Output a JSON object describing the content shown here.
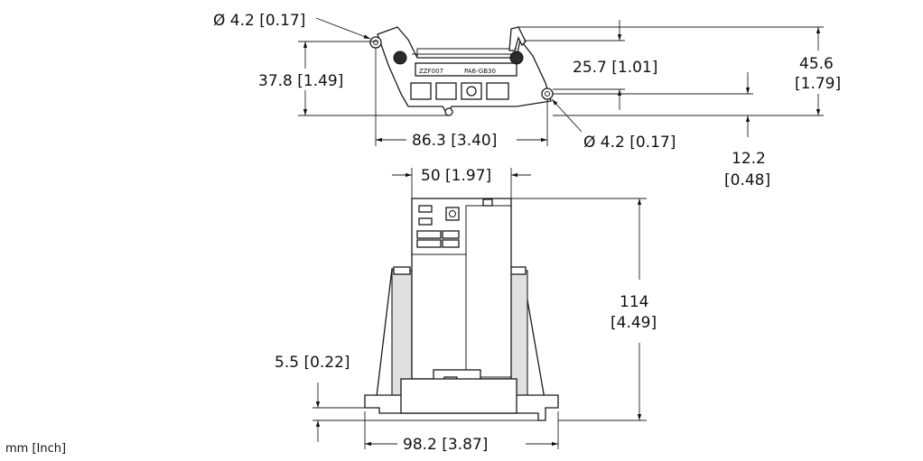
{
  "units_label": "mm [Inch]",
  "top_view": {
    "hole_left_label": "Ø 4.2 [0.17]",
    "height_left_label": "37.8 [1.49]",
    "height_mid_label": "25.7 [1.01]",
    "height_right_line1": "45.6",
    "height_right_line2": "[1.79]",
    "width_label": "86.3 [3.40]",
    "hole_right_label": "Ø 4.2 [0.17]",
    "offset_line1": "12.2",
    "offset_line2": "[0.48]",
    "part_code_1": "ZZF007",
    "part_code_2": "PA6-GB30"
  },
  "front_view": {
    "top_width_label": "50 [1.97]",
    "height_line1": "114",
    "height_line2": "[4.49]",
    "base_height_label": "5.5 [0.22]",
    "base_width_label": "98.2 [3.87]"
  }
}
